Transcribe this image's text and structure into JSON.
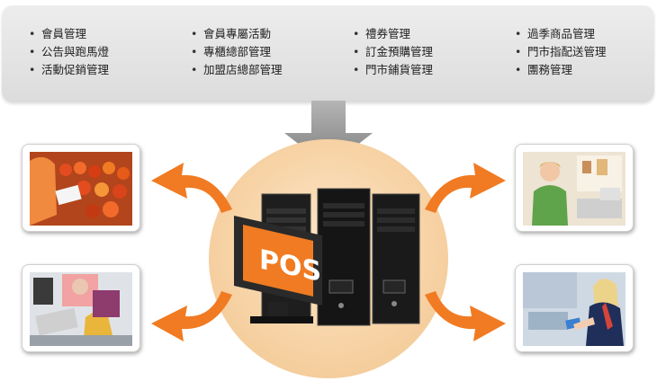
{
  "features": {
    "col1": [
      "會員管理",
      "公告與跑馬燈",
      "活動促銷管理"
    ],
    "col2": [
      "會員專屬活動",
      "專櫃總部管理",
      "加盟店總部管理"
    ],
    "col3": [
      "禮券管理",
      "訂金預購管理",
      "門市鋪貨管理"
    ],
    "col4": [
      "過季商品管理",
      "門市指配送管理",
      "團務管理"
    ]
  },
  "pos_screen_text": "POS",
  "colors": {
    "accent_orange": "#f07b22",
    "arrow_gray": "#8c8c8c",
    "panel_gray": "#e3e3e3",
    "circle_peach": "#f7d3a6"
  }
}
